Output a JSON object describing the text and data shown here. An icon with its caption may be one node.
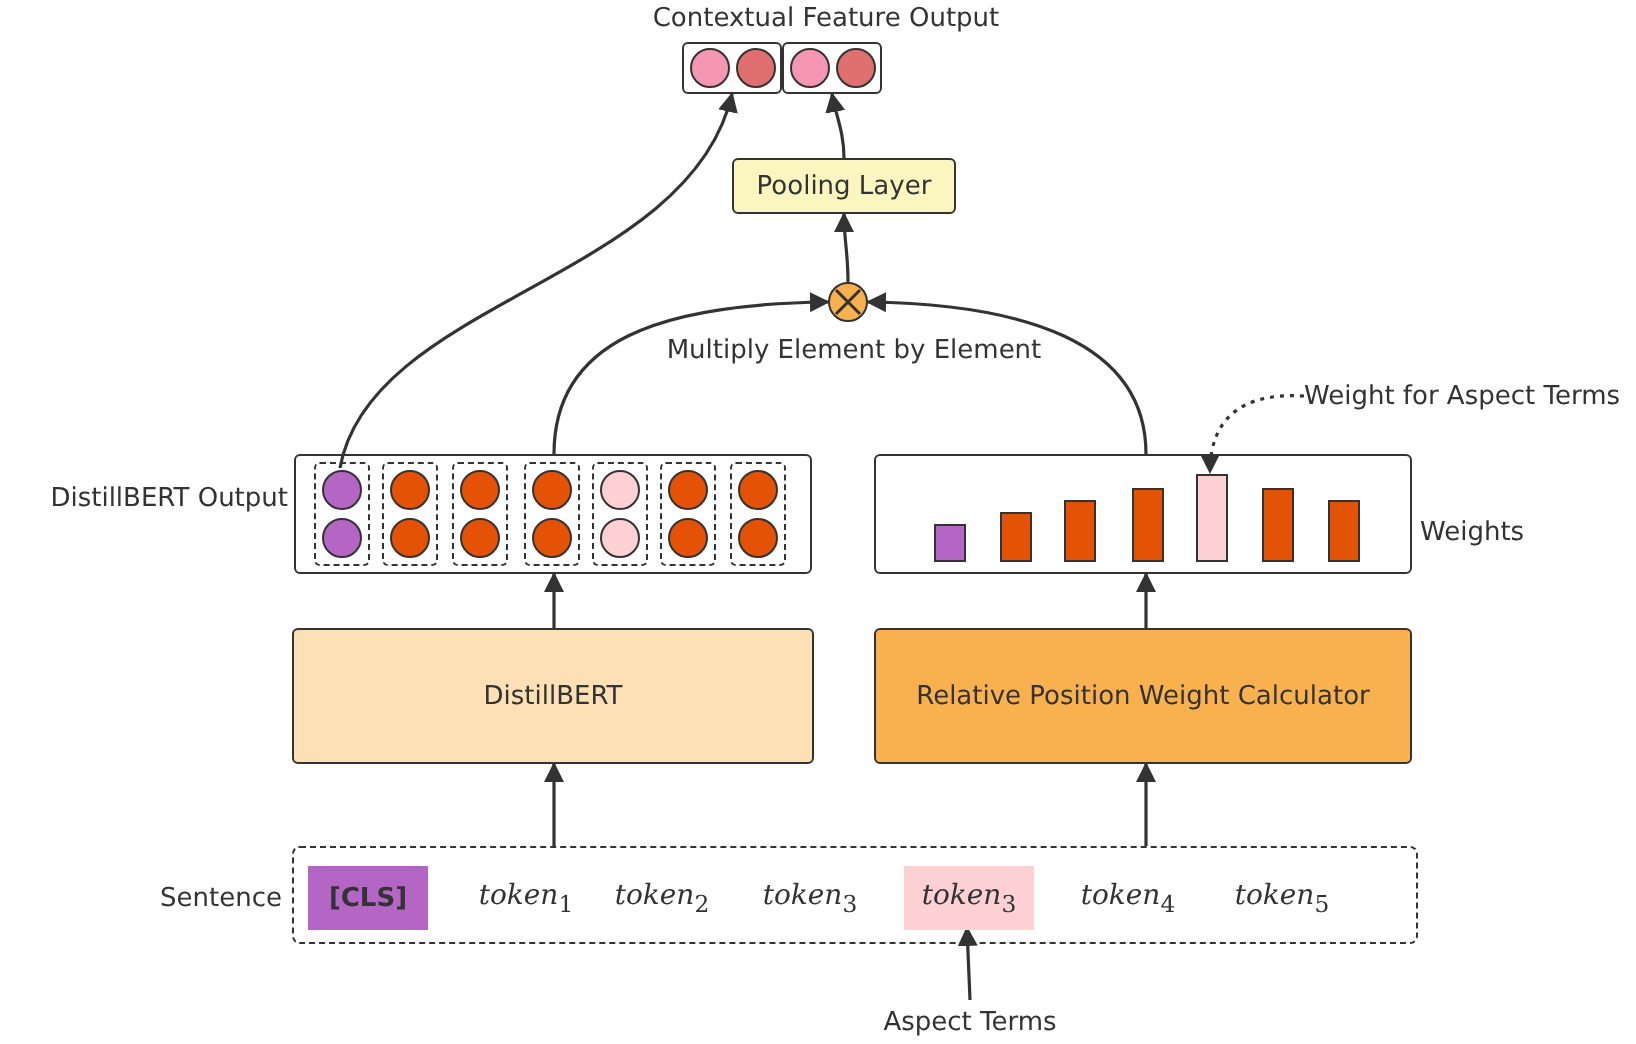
{
  "diagram": {
    "nodes": [
      {
        "text": [],
        "shape": "box",
        "beside": [
          "Sentence"
        ]
      },
      {
        "text": [
          "[CLS]"
        ],
        "in": 0
      },
      {
        "text": [
          "*token*$_{1}$"
        ],
        "in": 0
      },
      {
        "text": [
          "*token*$_{2}$"
        ],
        "in": 0
      },
      {
        "text": [
          "*token*$_{3}$"
        ],
        "in": 0
      },
      {
        "text": [
          "*token*$_{3}$"
        ],
        "in": 0
      },
      {
        "text": [
          "*token*$_{4}$"
        ],
        "in": 0
      },
      {
        "text": [
          "*token*$_{5}$"
        ],
        "in": 0
      },
      {
        "text": [
          "DistillBERT"
        ]
      },
      {
        "text": [
          "Relative Position Weight Calculator"
        ]
      },
      {
        "text": [],
        "shape": "box",
        "beside": [
          "DistillBERT Output"
        ]
      },
      {
        "text": [],
        "shape": "circle",
        "in": 10
      },
      {
        "text": [],
        "shape": "box",
        "beside": [
          "Weights"
        ]
      },
      {
        "text": [],
        "shape": "bar",
        "in": 12
      },
      {
        "text": [
          "Weight for Aspect Terms"
        ]
      },
      {
        "text": [],
        "shape": "circle",
        "beside": [
          "Multiply Element by Element"
        ]
      },
      {
        "text": [
          "Pooling Layer"
        ]
      },
      {
        "text": [],
        "shape": "box",
        "beside": [
          "Contextual Feature Output"
        ]
      },
      {
        "text": [],
        "shape": "box",
        "in": 17
      },
      {
        "text": [],
        "shape": "box",
        "in": 17
      },
      {
        "text": [
          "Aspect Terms"
        ]
      },
      {
        "text": [],
        "shape": "circle",
        "in": 10
      }
    ],
    "edges": [
      {
        "from": 0,
        "to": 8,
        "arrow": "to"
      },
      {
        "from": 0,
        "to": 9,
        "arrow": "to"
      },
      {
        "from": 20,
        "to": 5,
        "arrow": "to"
      },
      {
        "from": 8,
        "to": 10,
        "arrow": "to"
      },
      {
        "from": 9,
        "to": 12,
        "arrow": "to"
      },
      {
        "from": 10,
        "to": 15,
        "arrow": "to"
      },
      {
        "from": 12,
        "to": 15,
        "arrow": "to"
      },
      {
        "from": 15,
        "to": 16,
        "arrow": "to"
      },
      {
        "from": 16,
        "to": 19,
        "arrow": "to"
      },
      {
        "from": 11,
        "to": 18,
        "arrow": "to"
      },
      {
        "from": 14,
        "to": 13,
        "arrow": "to",
        "style": "dashed"
      }
    ]
  }
}
